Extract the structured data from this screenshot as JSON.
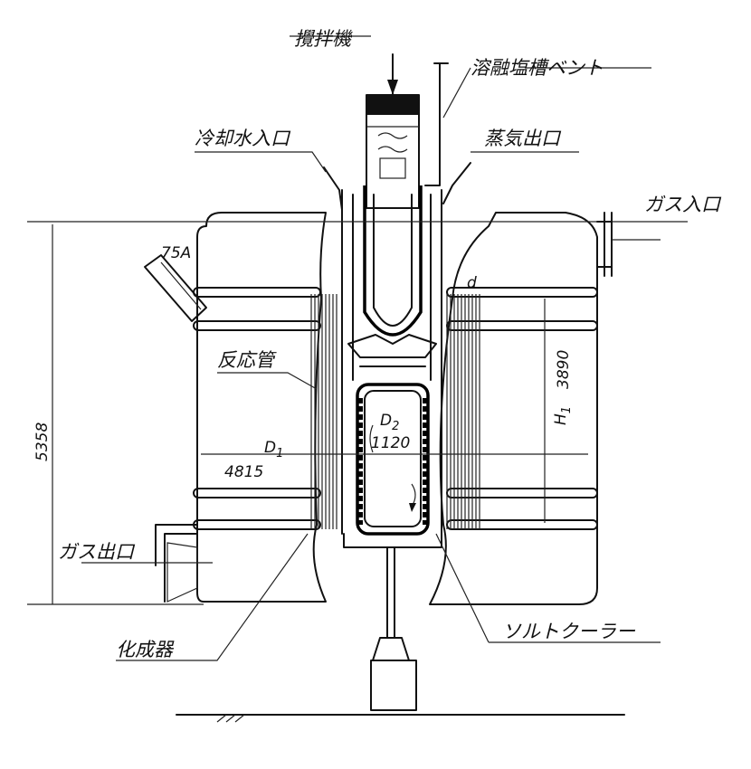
{
  "labels": {
    "agitator": "攪拌機",
    "molten_salt_vent": "溶融塩槽ベント",
    "cooling_water_inlet": "冷却水入口",
    "steam_outlet": "蒸気出口",
    "gas_inlet": "ガス入口",
    "reaction_tube": "反応管",
    "gas_outlet": "ガス出口",
    "synthesizer": "化成器",
    "salt_cooler": "ソルトクーラー"
  },
  "dimensions": {
    "pipe_size": "75A",
    "total_height": "5358",
    "outer_diameter_label": "D",
    "outer_diameter_sub": "1",
    "outer_diameter": "4815",
    "inner_diameter_label": "D",
    "inner_diameter_sub": "2",
    "inner_diameter": "1120",
    "height_label": "H",
    "height_sub": "1",
    "height_value": "3890",
    "tube_label": "d"
  }
}
